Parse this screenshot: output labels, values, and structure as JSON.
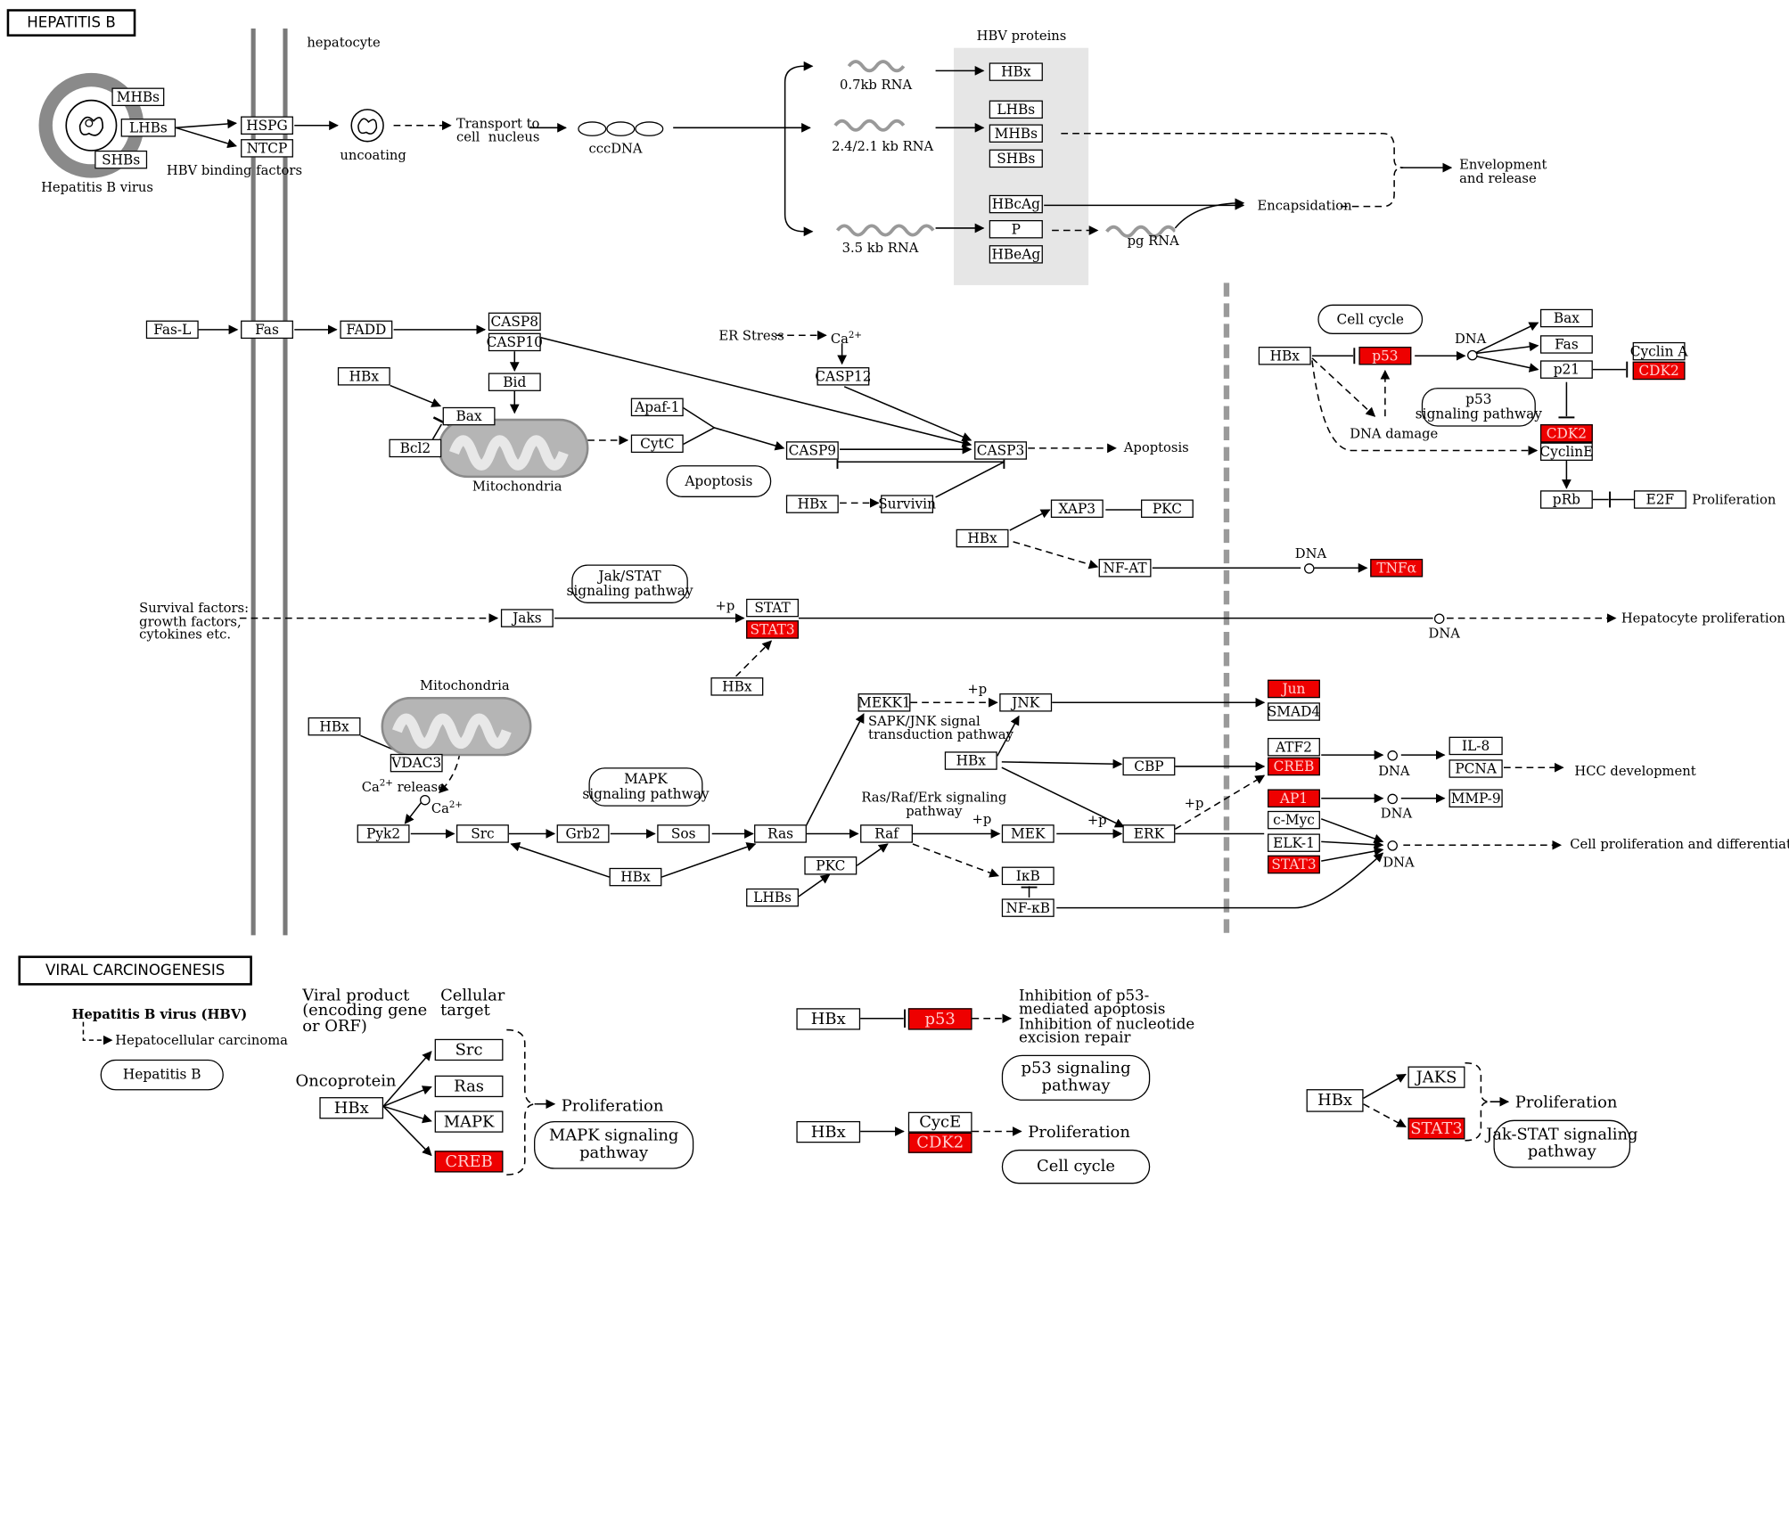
{
  "titles": {
    "hepatitis_b": "HEPATITIS B",
    "viral_carcinogenesis": "VIRAL  CARCINOGENESIS"
  },
  "labels": {
    "hepatocyte": "hepatocyte",
    "hbv_proteins": "HBV proteins",
    "hepatitis_b_virus": "Hepatitis B virus",
    "hbv_binding_factors": "HBV binding factors",
    "uncoating": "uncoating",
    "transport": "Transport to\ncell  nucleus",
    "cccdna": "cccDNA",
    "rna_07": "0.7kb RNA",
    "rna_24": "2.4/2.1 kb RNA",
    "rna_35": "3.5 kb RNA",
    "pg_rna": "pg RNA",
    "encapsidation": "Encapsidation",
    "envelopment": "Envelopment\nand release",
    "er_stress": "ER Stress",
    "ca2_top": "Ca",
    "ca2_sup": "2+",
    "mitochondria1": "Mitochondria",
    "mitochondria2": "Mitochondria",
    "apoptosis_out": "Apoptosis",
    "dna_damage": "DNA damage",
    "dna": "DNA",
    "proliferation": "Proliferation",
    "survival": "Survival factors:\ngrowth factors,\ncytokines etc.",
    "plus_p": "+p",
    "hepatocyte_prolif": "Hepatocyte proliferation",
    "ca_release": "Ca",
    "ca_release_sup": "2+",
    "ca_release_tail": "release",
    "sapk_jnk": "SAPK/JNK signal\ntransduction pathway",
    "ras_raf_erk": "Ras/Raf/Erk signaling\npathway",
    "hcc_development": "HCC development",
    "cell_prolif_diff": "Cell proliferation and differentiation",
    "legend_hbv": "Hepatitis B virus (HBV)",
    "legend_hcc": "Hepatocellular carcinoma",
    "viral_product": "Viral product\n(encoding gene\nor ORF)",
    "cellular_target": "Cellular\ntarget",
    "oncoprotein": "Oncoprotein",
    "proliferation_big": "Proliferation",
    "inhibition_p53": "Inhibition of p53-\nmediated apoptosis\nInhibition of nucleotide\nexcision repair"
  },
  "nodes": {
    "MHBs_v": "MHBs",
    "LHBs_v": "LHBs",
    "SHBs_v": "SHBs",
    "HSPG": "HSPG",
    "NTCP": "NTCP",
    "HBx_p": "HBx",
    "LHBs_p": "LHBs",
    "MHBs_p": "MHBs",
    "SHBs_p": "SHBs",
    "HBcAg": "HBcAg",
    "P": "P",
    "HBeAg": "HBeAg",
    "FasL": "Fas-L",
    "Fas": "Fas",
    "FADD": "FADD",
    "CASP8": "CASP8",
    "CASP10": "CASP10",
    "Bid": "Bid",
    "HBx_bax": "HBx",
    "Bax": "Bax",
    "Bcl2": "Bcl2",
    "Apaf1": "Apaf-1",
    "CytC": "CytC",
    "CASP9": "CASP9",
    "CASP12": "CASP12",
    "CASP3": "CASP3",
    "HBx_surv": "HBx",
    "Survivin": "Survivin",
    "HBx_xap": "HBx",
    "XAP3": "XAP3",
    "PKC_top": "PKC",
    "NFAT": "NF-AT",
    "TNFa": "TNFα",
    "HBx_p53": "HBx",
    "p53": "p53",
    "Fas_r": "Fas",
    "Bax_r": "Bax",
    "p21": "p21",
    "CyclinA": "Cyclin A",
    "CDK2_a": "CDK2",
    "CDK2_e": "CDK2",
    "CyclinE": "CyclinE",
    "pRb": "pRb",
    "E2F": "E2F",
    "Jaks": "Jaks",
    "STAT": "STAT",
    "STAT3": "STAT3",
    "HBx_stat": "HBx",
    "HBx_vdac": "HBx",
    "VDAC3": "VDAC3",
    "Pyk2": "Pyk2",
    "Src": "Src",
    "Grb2": "Grb2",
    "Sos": "Sos",
    "Ras": "Ras",
    "HBx_src": "HBx",
    "PKC_bot": "PKC",
    "LHBs_bot": "LHBs",
    "Raf": "Raf",
    "MEKK1": "MEKK1",
    "JNK": "JNK",
    "HBx_jnk": "HBx",
    "CBP": "CBP",
    "MEK": "MEK",
    "ERK": "ERK",
    "IkB": "IκB",
    "NFkB": "NF-κB",
    "Jun": "Jun",
    "SMAD4": "SMAD4",
    "ATF2": "ATF2",
    "CREB": "CREB",
    "AP1": "AP1",
    "cMyc": "c-Myc",
    "ELK1": "ELK-1",
    "STAT3_b": "STAT3",
    "IL8": "IL-8",
    "PCNA": "PCNA",
    "MMP9": "MMP-9",
    "L_HBx1": "HBx",
    "L_Src": "Src",
    "L_Ras": "Ras",
    "L_MAPK": "MAPK",
    "L_CREB": "CREB",
    "L_HBx2": "HBx",
    "L_p53": "p53",
    "L_HBx3": "HBx",
    "L_CycE": "CycE",
    "L_CDK2": "CDK2",
    "L_HBx4": "HBx",
    "L_JAKS": "JAKS",
    "L_STAT3": "STAT3"
  },
  "pathways": {
    "cell_cycle_top": "Cell cycle",
    "p53_pathway": "p53\nsignaling pathway",
    "apoptosis_pill": "Apoptosis",
    "jakstat_pill": "Jak/STAT\nsignaling pathway",
    "mapk_pill": "MAPK\nsignaling pathway",
    "hepb_legend": "Hepatitis B",
    "mapk_legend": "MAPK signaling\npathway",
    "p53_legend": "p53 signaling\npathway",
    "cellcycle_legend": "Cell cycle",
    "jakstat_legend": "Jak-STAT signaling\npathway"
  },
  "colors": {
    "highlight": "#ee0000",
    "membrane": "#7a7a7a",
    "shade": "#e6e6e6"
  }
}
